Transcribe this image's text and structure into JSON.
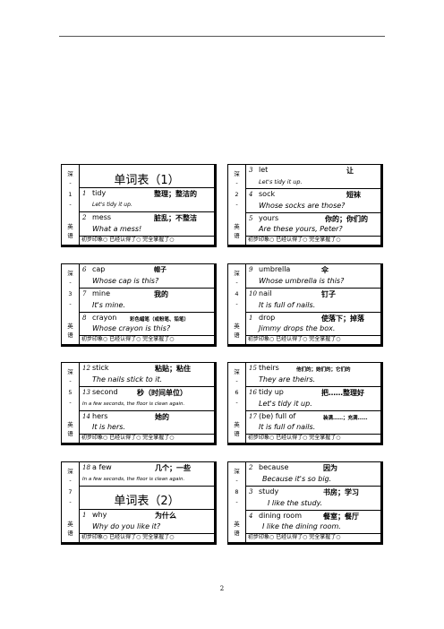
{
  "page_number": "2",
  "footer_text": "初步印象○ 已经认得了○ 完全掌握了○",
  "side_labels": {
    "top": "深",
    "bottom1": "英",
    "bottom2": "语",
    "dash": "-"
  },
  "cards": [
    {
      "id": "c1",
      "card_no": "1",
      "title": "单词表（1）",
      "items": [
        {
          "num": "1",
          "word": "tidy",
          "cn": "整理；整洁的",
          "ex": "Let's tidy it up."
        },
        {
          "num": "2",
          "word": "mess",
          "cn": "脏乱；不整洁",
          "ex": "What a mess!"
        }
      ]
    },
    {
      "id": "c2",
      "card_no": "2",
      "items": [
        {
          "num": "3",
          "word": "let",
          "cn": "让",
          "ex": "Let's tidy it up."
        },
        {
          "num": "4",
          "word": "sock",
          "cn": "短袜",
          "ex": "Whose socks are those?"
        },
        {
          "num": "5",
          "word": "yours",
          "cn": "你的；你们的",
          "ex": "Are these yours, Peter?"
        }
      ]
    },
    {
      "id": "c3",
      "card_no": "3",
      "items": [
        {
          "num": "6",
          "word": "cap",
          "cn": "帽子",
          "ex": "Whose cap is this?"
        },
        {
          "num": "7",
          "word": "mine",
          "cn": "我的",
          "ex": "It's mine."
        },
        {
          "num": "8",
          "word": "crayon",
          "cn": "彩色蜡笔（或粉笔、铅笔）",
          "ex": "Whose crayon is this?"
        }
      ]
    },
    {
      "id": "c4",
      "card_no": "4",
      "items": [
        {
          "num": "9",
          "word": "umbrella",
          "cn": "伞",
          "ex": "Whose umbrella is this?"
        },
        {
          "num": "10",
          "word": "nail",
          "cn": "钉子",
          "ex": "It is full of nails."
        },
        {
          "num": "1",
          "word": "drop",
          "cn": "使落下；掉落",
          "ex": "Jimmy drops the box."
        }
      ]
    },
    {
      "id": "c5",
      "card_no": "5",
      "items": [
        {
          "num": "12",
          "word": "stick",
          "cn": "粘贴；粘住",
          "ex": "The nails stick to it."
        },
        {
          "num": "13",
          "word": "second",
          "cn": "秒（时间单位）",
          "ex": "In a few seconds, the floor is clean again."
        },
        {
          "num": "14",
          "word": "hers",
          "cn": "她的",
          "ex": "It is hers."
        }
      ]
    },
    {
      "id": "c6",
      "card_no": "6",
      "items": [
        {
          "num": "15",
          "word": "theirs",
          "cn": "他们的；她们的；它们的",
          "ex": "They are theirs."
        },
        {
          "num": "16",
          "word": "tidy up",
          "cn": "把……整理好",
          "ex": "Let's tidy it up."
        },
        {
          "num": "17",
          "word": "(be) full of",
          "cn": "装满……；充满……",
          "ex": "It is full of nails."
        }
      ]
    },
    {
      "id": "c7",
      "card_no": "7",
      "title": "单词表（2）",
      "items": [
        {
          "num": "18",
          "word": "a few",
          "cn": "几个；一些",
          "ex": "In a few seconds, the floor is clean again."
        },
        {
          "num": "1",
          "word": "why",
          "cn": "为什么",
          "ex": "Why do you like it?"
        }
      ]
    },
    {
      "id": "c8",
      "card_no": "8",
      "items": [
        {
          "num": "2",
          "word": "because",
          "cn": "因为",
          "ex": "Because it's so big."
        },
        {
          "num": "3",
          "word": "study",
          "cn": "书房；学习",
          "ex": "I like the study."
        },
        {
          "num": "4",
          "word": "dining room",
          "cn": "餐室；餐厅",
          "ex": "I like the dining room."
        }
      ]
    }
  ]
}
